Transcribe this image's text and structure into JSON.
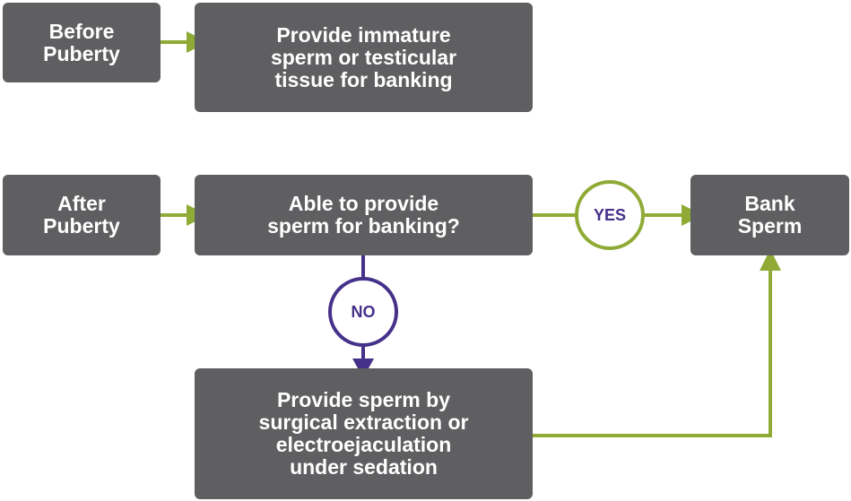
{
  "boxes": {
    "before_puberty": "Before\nPuberty",
    "immature_sperm": "Provide immature\nsperm or testicular\ntissue for banking",
    "after_puberty": "After\nPuberty",
    "able_to_provide": "Able to provide\nsperm for banking?",
    "bank_sperm": "Bank\nSperm",
    "surgical_extraction": "Provide sperm by\nsurgical extraction or\nelectroejaculation\nunder sedation"
  },
  "decisions": {
    "yes": "YES",
    "no": "NO"
  },
  "colors": {
    "box": "#5f5f61",
    "green": "#8faa35",
    "purple": "#45318a"
  }
}
